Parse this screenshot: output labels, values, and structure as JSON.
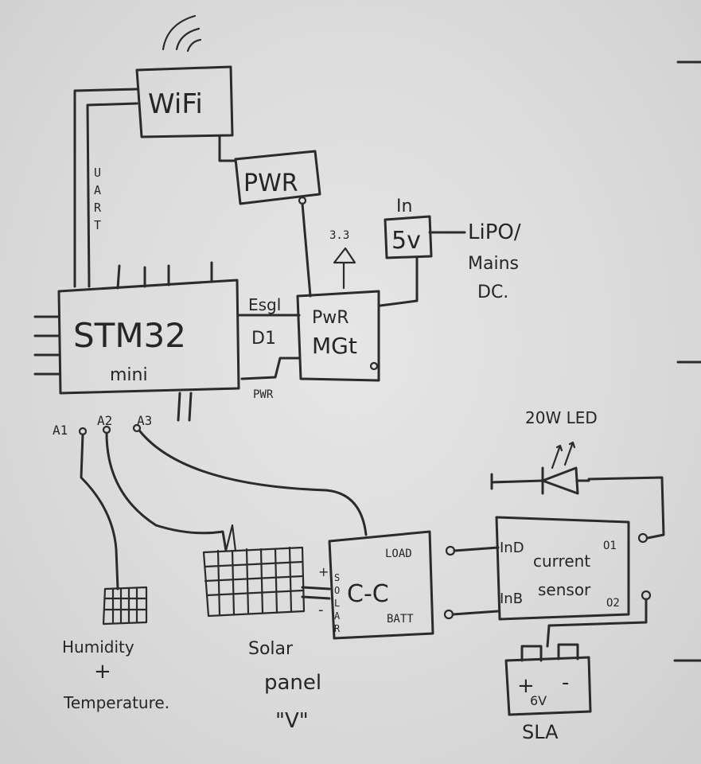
{
  "labels": {
    "wifi": "WiFi",
    "pwr_top": "PWR",
    "uart_letters": [
      "U",
      "A",
      "R",
      "T"
    ],
    "in_label": "In",
    "five_v": "5v",
    "three_v3": "3.3",
    "lipo_line1": "LiPO/",
    "lipo_line2": "Mains",
    "lipo_line3": "DC.",
    "stm32": "STM32",
    "mini": "mini",
    "esgl": "Esgl",
    "d1": "D1",
    "pwr_mgt_line1": "PwR",
    "pwr_mgt_line2": "MGt",
    "pwr_bottom": "PWR",
    "a1": "A1",
    "a2": "A2",
    "a3": "A3",
    "led_20w": "20W LED",
    "load": "LOAD",
    "batt": "BATT",
    "cc": "C-C",
    "solar_pin_letters": [
      "S",
      "O",
      "L",
      "A",
      "R"
    ],
    "plus": "+",
    "minus": "-",
    "ind": "InD",
    "current": "current",
    "sensor": "sensor",
    "in_b": "InB",
    "o1": "O1",
    "o2": "O2",
    "six_v": "6V",
    "sla": "SLA",
    "humidity_line1": "Humidity",
    "humidity_line2": "+",
    "humidity_line3": "Temperature.",
    "solar_line1": "Solar",
    "solar_line2": "panel",
    "solar_line3": "\"V\""
  }
}
